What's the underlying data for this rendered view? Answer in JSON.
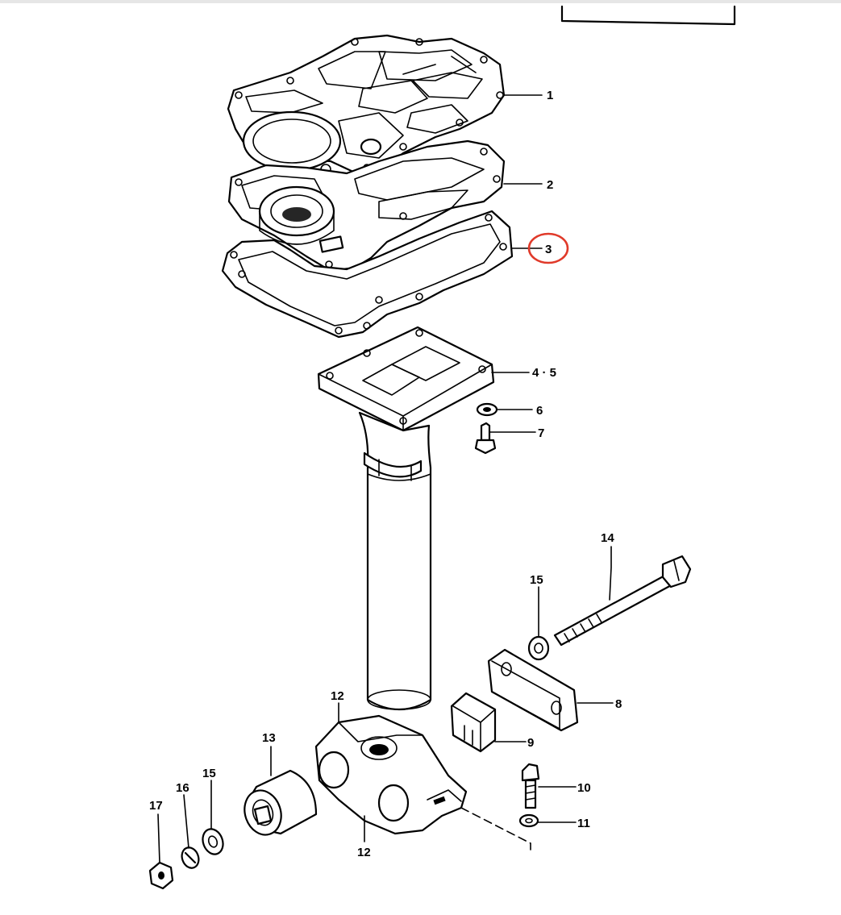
{
  "accent": {
    "highlight_color": "#e03a2a",
    "line_color": "#000000",
    "background": "#ffffff"
  },
  "labels": {
    "p1": "1",
    "p2": "2",
    "p3": "3",
    "p45": "4 · 5",
    "p6": "6",
    "p7": "7",
    "p8": "8",
    "p9": "9",
    "p10": "10",
    "p11": "11",
    "p12a": "12",
    "p12b": "12",
    "p13": "13",
    "p14": "14",
    "p15a": "15",
    "p15b": "15",
    "p16": "16",
    "p17": "17"
  },
  "highlighted_part": "3"
}
